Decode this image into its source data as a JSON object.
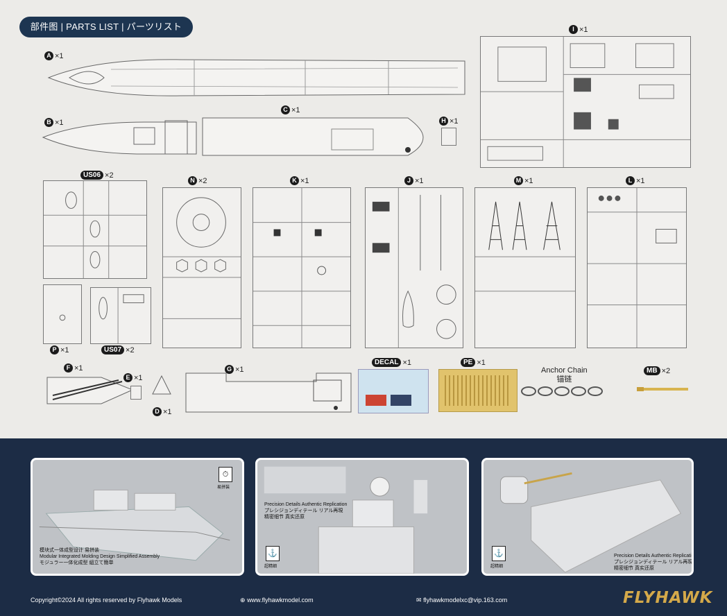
{
  "header": {
    "title": "部件图 | PARTS LIST | パーツリスト"
  },
  "parts": [
    {
      "id": "A",
      "count": "×1"
    },
    {
      "id": "B",
      "count": "×1"
    },
    {
      "id": "C",
      "count": "×1"
    },
    {
      "id": "H",
      "count": "×1"
    },
    {
      "id": "I",
      "count": "×1"
    },
    {
      "id": "US06",
      "count": "×2"
    },
    {
      "id": "N",
      "count": "×2"
    },
    {
      "id": "K",
      "count": "×1"
    },
    {
      "id": "J",
      "count": "×1"
    },
    {
      "id": "M",
      "count": "×1"
    },
    {
      "id": "L",
      "count": "×1"
    },
    {
      "id": "P",
      "count": "×1"
    },
    {
      "id": "US07",
      "count": "×2"
    },
    {
      "id": "F",
      "count": "×1"
    },
    {
      "id": "E",
      "count": "×1"
    },
    {
      "id": "D",
      "count": "×1"
    },
    {
      "id": "G",
      "count": "×1"
    },
    {
      "id": "DECAL",
      "count": "×1"
    },
    {
      "id": "PE",
      "count": "×1"
    },
    {
      "id": "MB",
      "count": "×2"
    }
  ],
  "anchor": {
    "label_en": "Anchor Chain",
    "label_cn": "锚链"
  },
  "panels": {
    "p1": {
      "badge_label": "易拼装",
      "cn": "模块式一体成型设计 易拼装",
      "en": "Modular Integrated Molding Design Simplified Assembly",
      "jp": "モジュラー一体化成型 組立て簡単"
    },
    "p2": {
      "badge_label": "超精细",
      "en": "Precision Details Authentic Replication",
      "jp": "プレシジョンディテール リアル再現",
      "cn": "精密细节 真实还原"
    },
    "p3": {
      "badge_label": "超精细",
      "en": "Precision Details Authentic Replication",
      "jp": "プレシジョンディテール リアル再現",
      "cn": "精密细节 真实还原"
    }
  },
  "footer": {
    "copyright": "Copyright©2024 All rights reserved by Flyhawk Models",
    "website": "www.flyhawkmodel.com",
    "email": "flyhawkmodelxc@vip.163.com",
    "logo": "FLYHAWK"
  },
  "colors": {
    "navy": "#1c2c45",
    "pill": "#1d3551",
    "gold": "#d4a94a"
  }
}
